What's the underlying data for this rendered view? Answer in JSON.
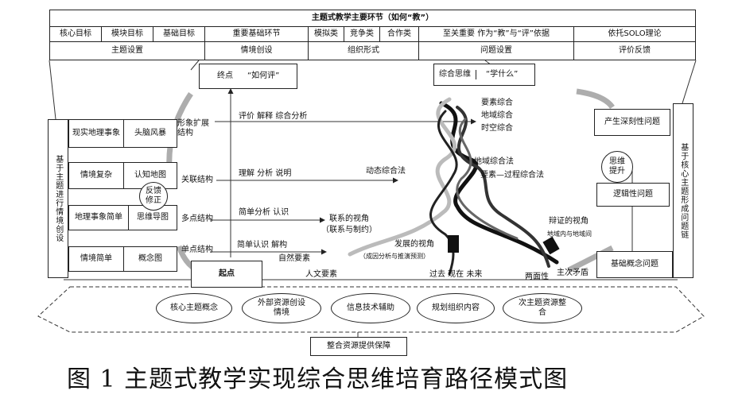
{
  "header": {
    "title": "主题式教学主要环节（如何“教”）",
    "row1": [
      "核心目标",
      "模块目标",
      "基础目标",
      "重要基础环节",
      "模拟类",
      "竞争类",
      "合作类",
      "至关重要 作为“教”与“评”依据",
      "依托SOLO理论"
    ],
    "row2": [
      "主题设置",
      "情境创设",
      "组织形式",
      "问题设置",
      "评价反馈"
    ]
  },
  "top": {
    "end_point": "终点",
    "how_eval": "“如何评”",
    "synthesis": "综合思维",
    "what_learn": "“学什么”"
  },
  "left": {
    "vertical": "基于主题进行情境创设",
    "cells": [
      "现实地理事象",
      "头脑风暴",
      "情境复杂",
      "认知地图",
      "地理事象简单",
      "思维导图",
      "情境简单",
      "概念图"
    ],
    "feedback": "反馈修正"
  },
  "mid": {
    "structures": [
      "形象扩展结构",
      "关联结构",
      "多点结构",
      "单点结构"
    ],
    "verbs": [
      "评价 解释 综合分析",
      "理解 分析 说明",
      "简单分析 认识",
      "简单认识 解构"
    ],
    "start_point": "起点",
    "dynamic": "动态综合法",
    "elements": "要素综合",
    "regional": "地域综合",
    "spacetime": "时空综合",
    "regional_method": "地域综合法",
    "element_process": "要素—过程综合法",
    "connection_view": "联系的视角",
    "connection_sub": "（联系与制约）",
    "development_view": "发展的视角",
    "development_sub": "（成因分析与推演预测）",
    "natural": "自然要素",
    "human": "人文要素",
    "time": "过去  现在  未来",
    "dialectic_view": "辩证的视角",
    "dialectic_sub": "地域内与地域间",
    "two_sided": "两面性",
    "main_contra": "主次矛盾"
  },
  "right": {
    "vertical": "基于核心主题形成问题链",
    "q_deep": "产生深刻性问题",
    "thinking_up": "思维提升",
    "q_logic": "逻辑性问题",
    "q_basic": "基础概念问题"
  },
  "bottom": {
    "ovals": [
      "核心主题概念",
      "外部资源创设情境",
      "信息技术辅助",
      "规划组织内容",
      "次主题资源整合"
    ],
    "support": "整合资源提供保障"
  },
  "caption": "图 1    主题式教学实现综合思维培育路径模式图"
}
